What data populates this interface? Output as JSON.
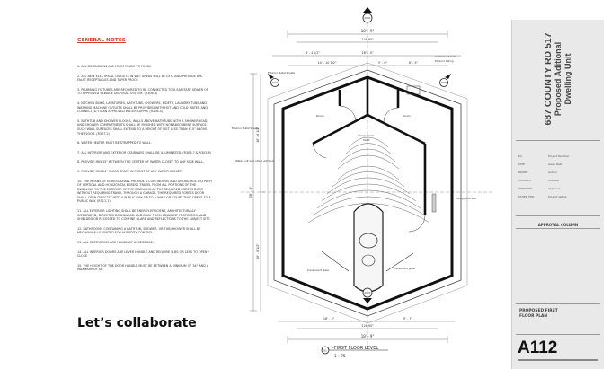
{
  "notes": {
    "title": "GENERAL NOTES",
    "items": [
      "1. ALL DIMENSIONS ARE FROM FINISH TO FINISH",
      "2. ALL NEW ELECTRICAL OUTLETS IN WET AREAS WILL BE GFCI AND PROVIDE ARC FAULT RECEPTACLES AND TAPER PROOF.",
      "3. PLUMBING FIXTURES ARE REQUIRED TO BE CONNECTED TO A SANITARY SEWER OR TO APPROVED SEWAGE DISPOSAL SYSTEM. (R306.3)",
      "4. KITCHEN SINKS, LAVATORIES, BATHTUBS, SHOWERS, BIDETS, LAUNDRY TUBS AND WASHING MACHINE OUTLETS SHALL BE PROVIDED WITH HOT AND COLD WATER AND CONNECTED TO AN APPROVED WATER SUPPLY. (R306.4)",
      "5. BATHTUB AND SHOWER FLOORS, WALLS ABOVE BATHTUBS WITH A SHOWERHEAD, AND SHOWER COMPARTMENTS SHALL BE FINISHED WITH NONABSORBENT SURFACE. SUCH WALL SURFACES SHALL EXTEND TO A HEIGHT OF NOT LESS THAN 6'-0\" ABOVE THE FLOOR. (R307.2)",
      "6. WATER HEATER MUST BE STRAPPED TO WALL.",
      "7. ALL INTERIOR AND EXTERIOR STAIRWAYS SHALL BE ILLUMINATED. (R303.7 & R303.8)",
      "8. PROVIDE MIN 15\" BETWEEN THE CENTER OF WATER CLOSET TO ANY SIDE WALL.",
      "9. PROVIDE MIN 24\" CLEAR SPACE IN FRONT OF ANY WATER CLOSET.",
      "10. THE MEANS OF EGRESS SHALL PROVIDE A CONTINUOUS AND UNOBSTRUCTED PATH OF VERTICAL AND HORIZONTAL EGRESS TRAVEL FROM ALL PORTIONS OF THE DWELLING TO THE EXTERIOR OF THE DWELLING AT THE REQUIRED EGRESS DOOR WITHOUT REQUIRING TRAVEL THROUGH A GARAGE. THE REQUIRED EGRESS DOOR SHALL OPEN DIRECTLY INTO A PUBLIC WAY OR TO A YARD OR COURT THAT OPENS TO A PUBLIC WAY. (R311.1)",
      "11. ALL EXTERIOR LIGHTING SHALL BE ENERGY-EFFICIENT, ARCHITECTURALLY INTEGRATED, DIRECTED DOWNWARD AND AWAY FROM ADJACENT PROPERTIES, AND SHIELDED OR RECESSED TO CONFINE GLARE AND REFLECTIONS TO THE SUBJECT SITE.",
      "12. BATHROOMS CONTAINING A BATHTUB, SHOWER, OR TUB/SHOWER SHALL BE MECHANICALLY VENTED FOR HUMIDITY CONTROL.",
      "13. ALL RESTROOMS ARE HANDICAP ACCESSIBLE.",
      "14. ALL INTERIOR DOORS ARE LEVER HANDLE AND REQUIRE 5lbs OR LESS TO OPEN / CLOSE",
      "15. THE HEIGHT OF THE DOOR HANDLE MUST BE BETWEEN A MINIMUM OF 34\" AND A MAXIMUM OF 48\""
    ]
  },
  "caption": "Let’s collaborate",
  "plan": {
    "view_ref_top": "A501",
    "view_ref_bottom": "A501",
    "view_ref_side_a": "A502",
    "view_ref_side_b": "A502",
    "label_exterior_metal_sheets": "Exterior Metal Sheets",
    "label_exterior_metal_sheets_2": "Exterior Metal Sheets",
    "label_undercount_sink": "Undercount Sink",
    "label_exterior_siding": "Exterior Siding",
    "label_room_1": "Room",
    "label_room_2": "Room",
    "label_living": "Living Room",
    "label_living_sub": "Vault",
    "label_water_heater": "Water unit with storm ext tank",
    "label_living_plant_wall": "living plant wall",
    "label_translucent_glass_1": "translucent glass",
    "label_translucent_glass_2": "translucent glass",
    "dim_top_total": "18' - 9\"",
    "dim_top_sub_1": "126.95\"",
    "dim_top_sub_2": "18' - 0\"",
    "dim_top_seg_a": "14' - 10 1/2\"",
    "dim_top_seg_b": "5' - 6\"",
    "dim_top_seg_c": "8' - 5\"",
    "dim_top_seg_d": "4' - 4 1/2\"",
    "dim_left_total": "36' - 4\"",
    "dim_left_a": "16' - 6 1/2\"",
    "dim_left_b": "18' - 6 1/2\"",
    "dim_bottom_seg_a": "18' - 5\"",
    "dim_bottom_seg_b": "9' - 7\"",
    "dim_bottom_sub": "126.95\"",
    "dim_bottom_total": "18' - 9\"",
    "view_number": "01",
    "view_title": "-FIRST FLOOR LEVEL",
    "view_scale": "1 : 75"
  },
  "titleblock": {
    "project_line_1": "687 COUNTY RD 517",
    "project_line_2": "Proposed Aditional",
    "project_line_3": "Dwelling Unit",
    "rows": [
      {
        "k": "NO.",
        "v": "Project Number"
      },
      {
        "k": "DATE",
        "v": "Issue Date"
      },
      {
        "k": "DRAWN",
        "v": "Author"
      },
      {
        "k": "CHECKED",
        "v": "Checker"
      },
      {
        "k": "APPROVED",
        "v": "Approver"
      },
      {
        "k": "ISSUED FOR",
        "v": "Project status"
      }
    ],
    "approval_title": "APPROVAL COLUMN",
    "sheet_name_1": "PROPOSED FIRST",
    "sheet_name_2": "FLOOR PLAN",
    "sheet_number": "A112"
  }
}
